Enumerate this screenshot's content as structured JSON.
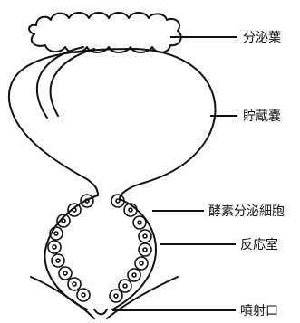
{
  "labels": {
    "secretory_lobe": "分泌葉",
    "storage_sac": "貯蔵嚢",
    "enzyme_cells": "酵素分泌細胞",
    "reaction_chamber": "反応室",
    "ejection_port": "噴射口"
  },
  "colors": {
    "stroke": "#111111",
    "background": "#ffffff"
  }
}
